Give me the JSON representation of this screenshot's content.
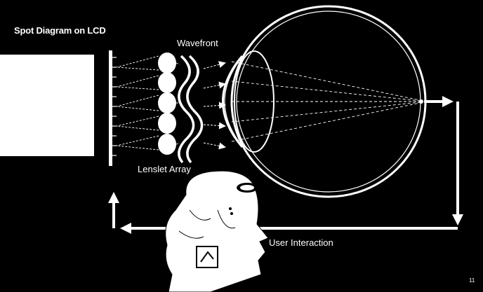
{
  "labels": {
    "title": "Spot Diagram on LCD",
    "wavefront": "Wavefront",
    "lenslet_array": "Lenslet Array",
    "user_interaction": "User Interaction",
    "page_number": "11"
  },
  "colors": {
    "background": "#000000",
    "foreground": "#ffffff"
  },
  "diagram": {
    "lenslet_count": 5,
    "wavefront_curves": 2,
    "icons": [
      "lcd-screen-icon",
      "lenslet-lens-icon",
      "eye-icon",
      "person-head-icon",
      "feedback-arrow-icon"
    ]
  }
}
